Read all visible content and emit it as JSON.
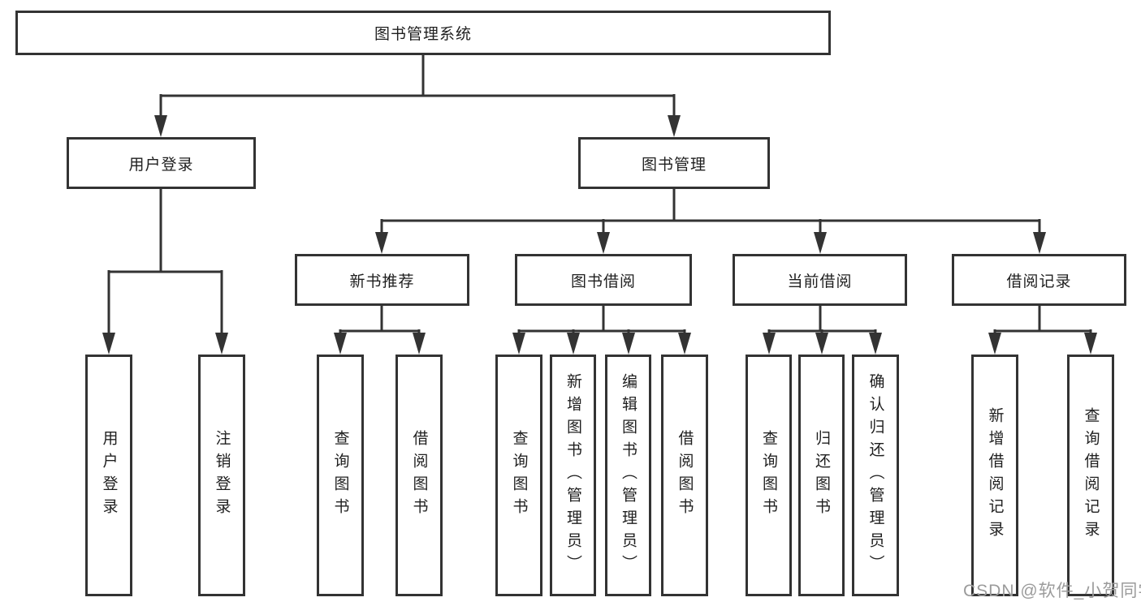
{
  "tree": {
    "root": {
      "label": "图书管理系统",
      "children": [
        {
          "label": "用户登录",
          "children": [
            {
              "label": "用户登录"
            },
            {
              "label": "注销登录"
            }
          ]
        },
        {
          "label": "图书管理",
          "children": [
            {
              "label": "新书推荐",
              "children": [
                {
                  "label": "查询图书"
                },
                {
                  "label": "借阅图书"
                }
              ]
            },
            {
              "label": "图书借阅",
              "children": [
                {
                  "label": "查询图书"
                },
                {
                  "label": "新增图书（管理员）"
                },
                {
                  "label": "编辑图书（管理员）"
                },
                {
                  "label": "借阅图书"
                }
              ]
            },
            {
              "label": "当前借阅",
              "children": [
                {
                  "label": "查询图书"
                },
                {
                  "label": "归还图书"
                },
                {
                  "label": "确认归还（管理员）"
                }
              ]
            },
            {
              "label": "借阅记录",
              "children": [
                {
                  "label": "新增借阅记录"
                },
                {
                  "label": "查询借阅记录"
                }
              ]
            }
          ]
        }
      ]
    }
  },
  "watermark": {
    "text": "CSDN @软件_小贺同学"
  },
  "colors": {
    "line": "#333333",
    "box_border": "#333333",
    "text": "#1f1f1f",
    "watermark": "#9b9b9b",
    "background": "#ffffff"
  }
}
